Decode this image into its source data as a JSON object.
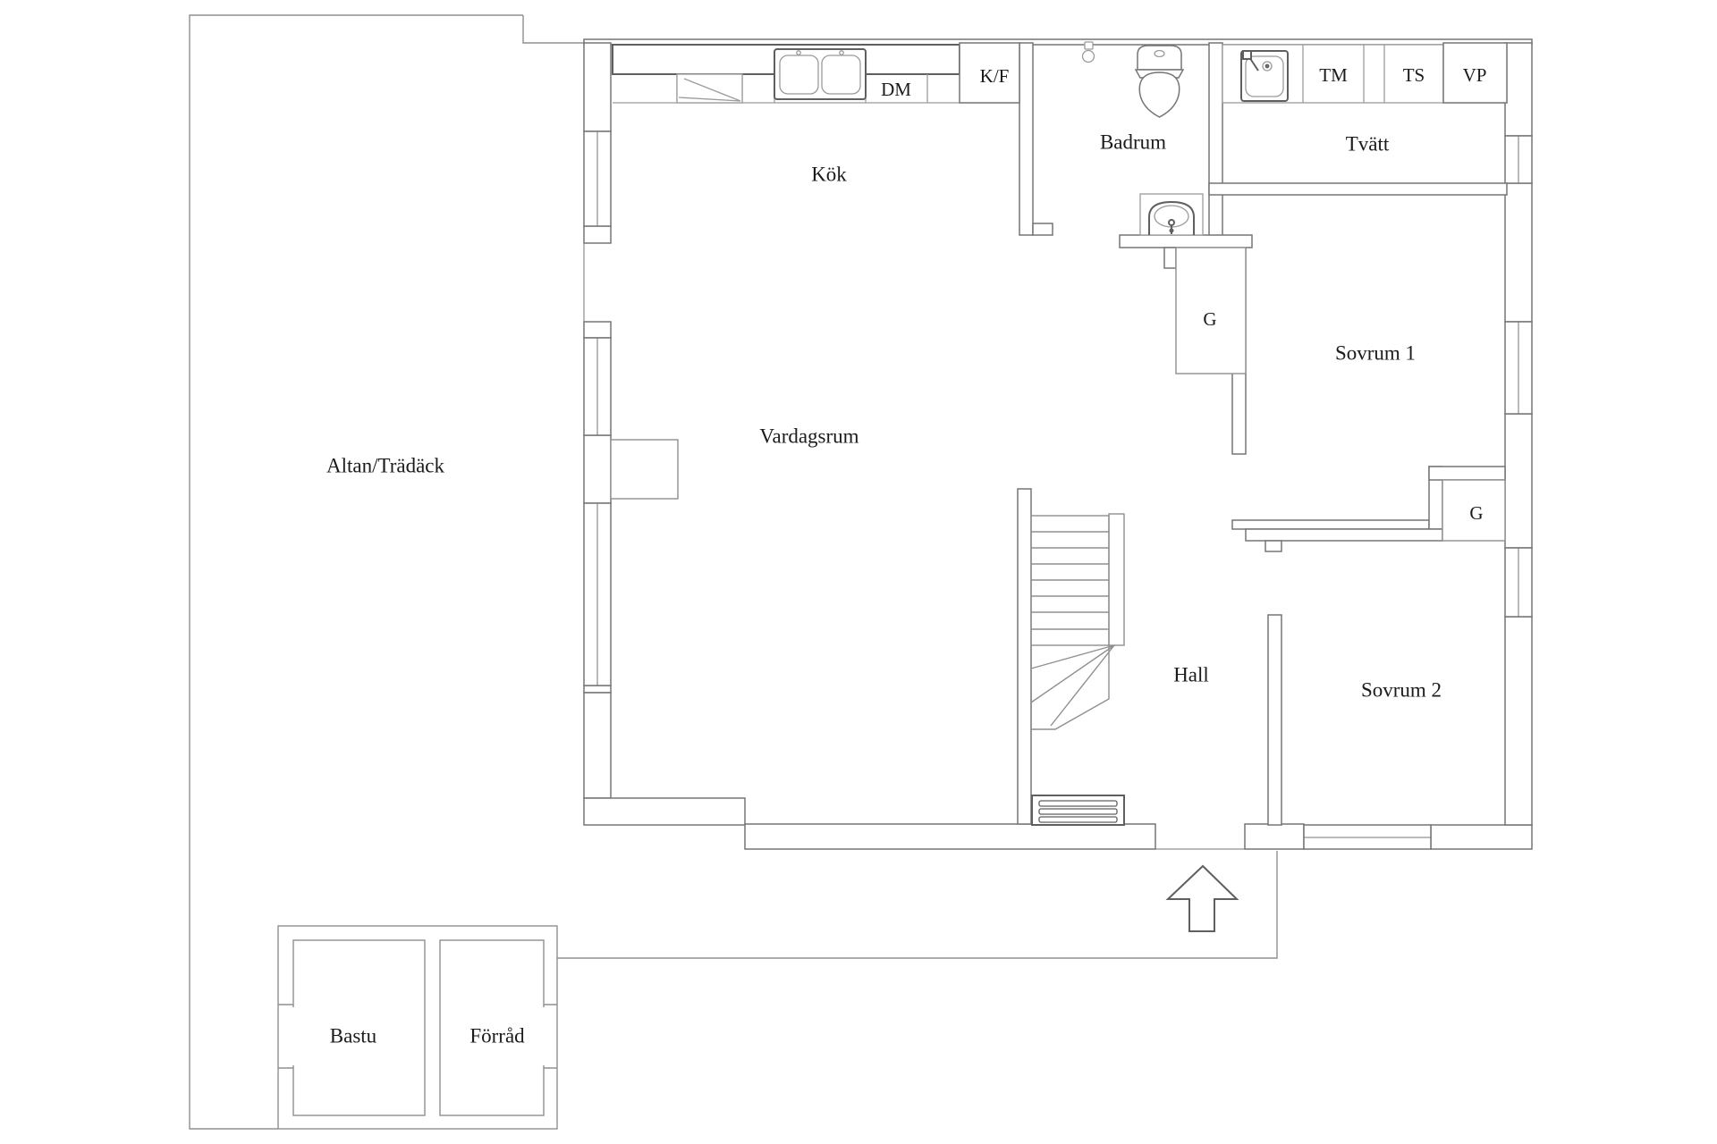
{
  "title": "Floor plan",
  "labels": {
    "altan": "Altan/Trädäck",
    "kok": "Kök",
    "vardagsrum": "Vardagsrum",
    "badrum": "Badrum",
    "tvatt": "Tvätt",
    "sovrum1": "Sovrum 1",
    "sovrum2": "Sovrum 2",
    "hall": "Hall",
    "bastu": "Bastu",
    "forrad": "Förråd",
    "closet_mid": "G",
    "closet_right": "G",
    "dm": "DM",
    "kf": "K/F",
    "tm": "TM",
    "ts": "TS",
    "vp": "VP"
  },
  "icons": [
    "shower-icon",
    "toilet-icon",
    "washbasin-icon",
    "kitchen-sink-icon",
    "laundry-sink-icon",
    "stove-icon",
    "stairs",
    "entrance-arrow-icon",
    "radiator-grille-icon"
  ],
  "colors": {
    "background": "#ffffff",
    "wall": "#757575",
    "outline": "#8f8f8f",
    "fixture": "#9b9b9b",
    "accent_dark": "#5f5f5f",
    "text": "#1b1b1b"
  }
}
